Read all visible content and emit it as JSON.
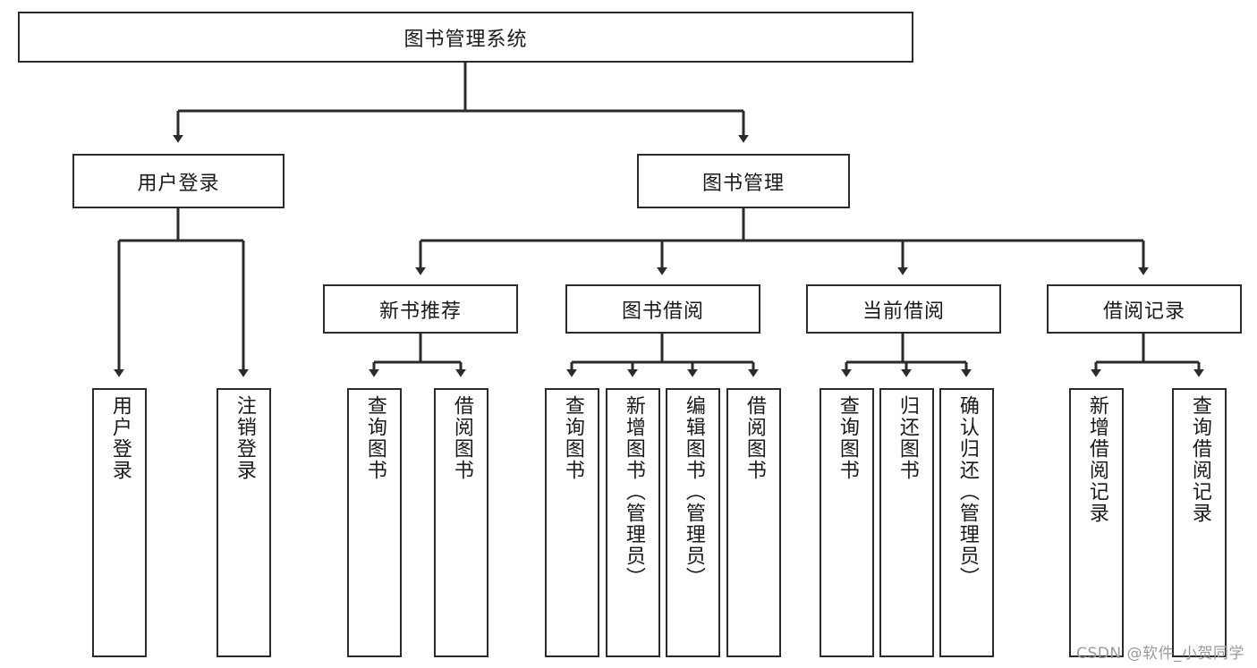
{
  "diagram": {
    "title": "图书管理系统",
    "type": "tree-hierarchy-diagram",
    "watermark": "CSDN @软件_小贺同学",
    "colors": {
      "stroke": "#2b2b2b",
      "fill": "#ffffff",
      "text": "#1a1a1a",
      "watermark": "#9a9a9a"
    },
    "root": {
      "label": "图书管理系统"
    },
    "level1": [
      {
        "id": "user-login",
        "label": "用户登录"
      },
      {
        "id": "book-management",
        "label": "图书管理"
      }
    ],
    "level2": [
      {
        "id": "new-book-recommend",
        "label": "新书推荐",
        "parent": "book-management"
      },
      {
        "id": "book-borrow",
        "label": "图书借阅",
        "parent": "book-management"
      },
      {
        "id": "current-borrow",
        "label": "当前借阅",
        "parent": "book-management"
      },
      {
        "id": "borrow-record",
        "label": "借阅记录",
        "parent": "book-management"
      }
    ],
    "leaves": [
      {
        "id": "leaf-user-login",
        "label": "用户登录",
        "parent": "user-login"
      },
      {
        "id": "leaf-logout-login",
        "label": "注销登录",
        "parent": "user-login"
      },
      {
        "id": "leaf-query-book-1",
        "label": "查询图书",
        "parent": "new-book-recommend"
      },
      {
        "id": "leaf-borrow-book-1",
        "label": "借阅图书",
        "parent": "new-book-recommend"
      },
      {
        "id": "leaf-query-book-2",
        "label": "查询图书",
        "parent": "book-borrow"
      },
      {
        "id": "leaf-add-book",
        "label": "新增图书（管理员）",
        "parent": "book-borrow"
      },
      {
        "id": "leaf-edit-book",
        "label": "编辑图书（管理员）",
        "parent": "book-borrow"
      },
      {
        "id": "leaf-borrow-book-2",
        "label": "借阅图书",
        "parent": "book-borrow"
      },
      {
        "id": "leaf-query-book-3",
        "label": "查询图书",
        "parent": "current-borrow"
      },
      {
        "id": "leaf-return-book",
        "label": "归还图书",
        "parent": "current-borrow"
      },
      {
        "id": "leaf-confirm-return",
        "label": "确认归还（管理员）",
        "parent": "current-borrow"
      },
      {
        "id": "leaf-add-record",
        "label": "新增借阅记录",
        "parent": "borrow-record"
      },
      {
        "id": "leaf-query-record",
        "label": "查询借阅记录",
        "parent": "borrow-record"
      }
    ]
  }
}
